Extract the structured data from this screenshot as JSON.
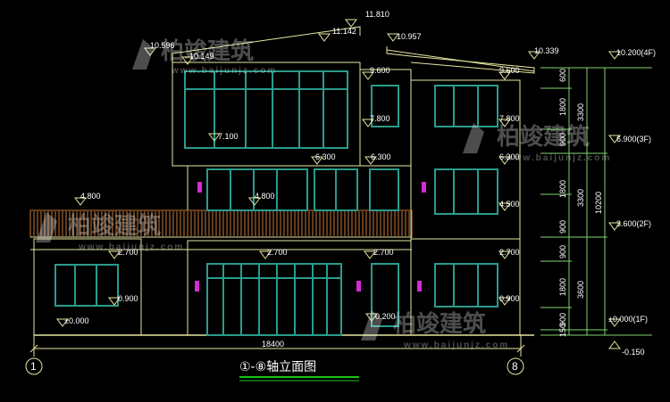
{
  "drawing": {
    "title": "①-⑧轴立面图",
    "axis_left": "1",
    "axis_right": "8",
    "total_width": "18400"
  },
  "level_marks": {
    "roof_top": "11.810",
    "roof_edge": "11.142",
    "roof_left": "10.596",
    "roof_left_low": "10.149",
    "roof_mid": "10.957",
    "roof_right": "10.339",
    "win3_top_left": "9.600",
    "win3_top_right": "9.600",
    "win3_sill_left": "7.800",
    "win3_sill_right": "7.800",
    "win3_sill_main": "7.100",
    "floor3_mid": "6.300",
    "floor3_left": "6.300",
    "floor3_right": "6.300",
    "balcony_left": "4.800",
    "balcony_mid": "4.800",
    "win2_sill_right": "4.500",
    "floor2_left": "2.700",
    "floor2_mid": "2.700",
    "floor2_right": "2.700",
    "floor2_far_right": "2.700",
    "sill1_left": "0.900",
    "sill1_right": "0.900",
    "step": "0.200",
    "ground": "±0.000",
    "ground_fl": "±0.000(1F)",
    "fl4": "10.200(4F)",
    "fl3": "6.900(3F)",
    "fl2": "3.600(2F)",
    "outside": "-0.150"
  },
  "dimensions": {
    "inner": [
      "600",
      "1800",
      "900",
      "1800",
      "900",
      "900",
      "1800",
      "900",
      "150"
    ],
    "middle": [
      "3300",
      "3300",
      "3600"
    ],
    "outer": "10200"
  },
  "watermark": {
    "brand": "柏竣建筑",
    "url": "www.baijunjz.com"
  },
  "colors": {
    "outline": "#e6e6a0",
    "window": "#2a9c8c",
    "railing": "#c87838",
    "magenta": "#d22bd2",
    "dim": "#7fd46e",
    "title_underline": "#19c419"
  }
}
